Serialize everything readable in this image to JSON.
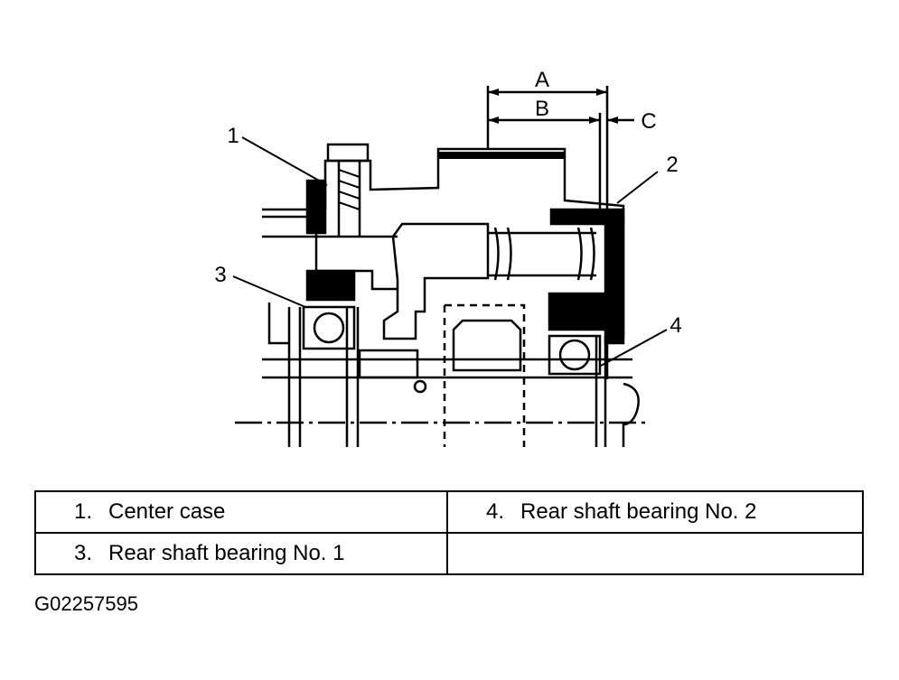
{
  "callouts": [
    "1",
    "2",
    "3",
    "4"
  ],
  "dimensions": [
    "A",
    "B",
    "C"
  ],
  "legend": [
    {
      "num": "1.",
      "text": "Center case"
    },
    {
      "num": "4.",
      "text": "Rear shaft bearing No. 2"
    },
    {
      "num": "3.",
      "text": "Rear shaft bearing No. 1"
    }
  ],
  "figure_code": "G02257595"
}
